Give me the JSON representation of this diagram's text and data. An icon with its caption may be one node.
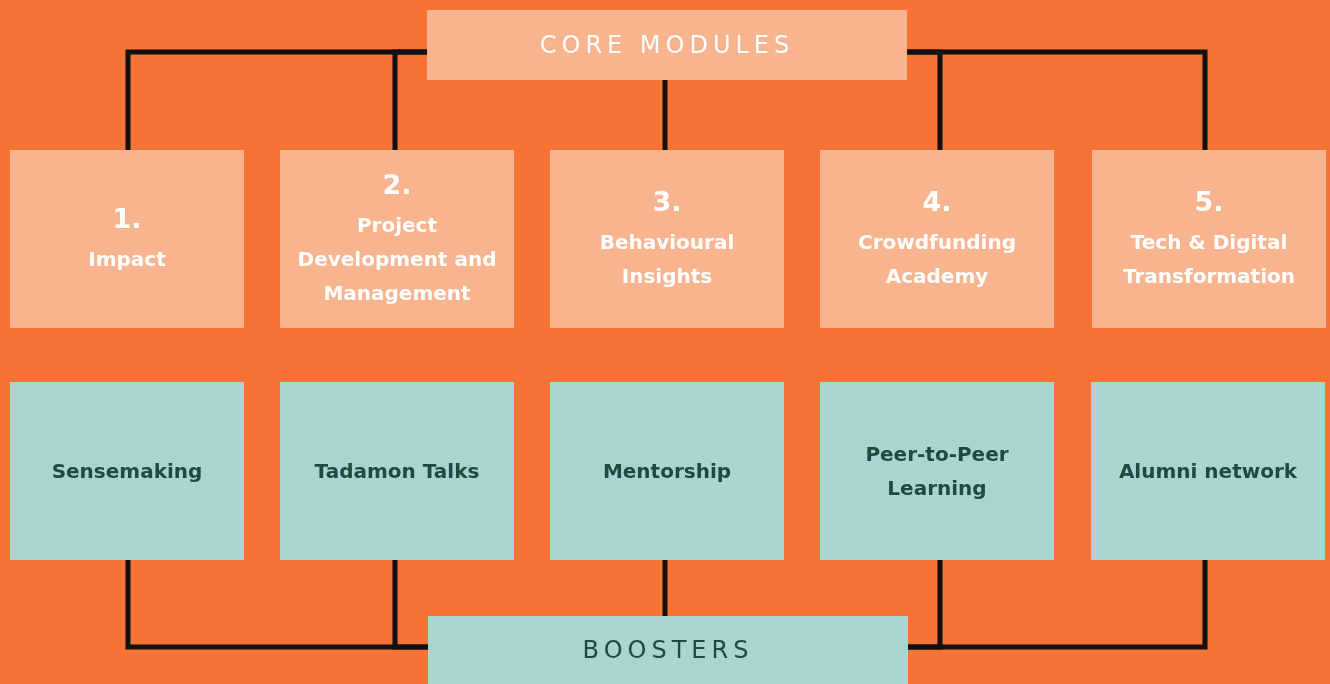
{
  "diagram": {
    "nodes": [
      {
        "text": [
          "CORE MODULES"
        ]
      },
      {
        "text": [
          "1.",
          "Impact"
        ]
      },
      {
        "text": [
          "2.",
          "Project Development and Management"
        ]
      },
      {
        "text": [
          "3.",
          "Behavioural Insights"
        ]
      },
      {
        "text": [
          "4.",
          "Crowdfunding Academy"
        ]
      },
      {
        "text": [
          "5.",
          "Tech & Digital Transformation"
        ]
      },
      {
        "text": [
          "Sensemaking"
        ]
      },
      {
        "text": [
          "Tadamon Talks"
        ]
      },
      {
        "text": [
          "Mentorship"
        ]
      },
      {
        "text": [
          "Peer-to-Peer Learning"
        ]
      },
      {
        "text": [
          "Alumni network"
        ]
      },
      {
        "text": [
          "BOOSTERS"
        ]
      }
    ],
    "edges": [
      {
        "from": 0,
        "to": 1,
        "arrow": "none"
      },
      {
        "from": 0,
        "to": 2,
        "arrow": "none"
      },
      {
        "from": 0,
        "to": 3,
        "arrow": "none"
      },
      {
        "from": 0,
        "to": 4,
        "arrow": "none"
      },
      {
        "from": 0,
        "to": 5,
        "arrow": "none"
      },
      {
        "from": 6,
        "to": 11,
        "arrow": "none"
      },
      {
        "from": 7,
        "to": 11,
        "arrow": "none"
      },
      {
        "from": 8,
        "to": 11,
        "arrow": "none"
      },
      {
        "from": 9,
        "to": 11,
        "arrow": "none"
      },
      {
        "from": 10,
        "to": 11,
        "arrow": "none"
      }
    ]
  }
}
